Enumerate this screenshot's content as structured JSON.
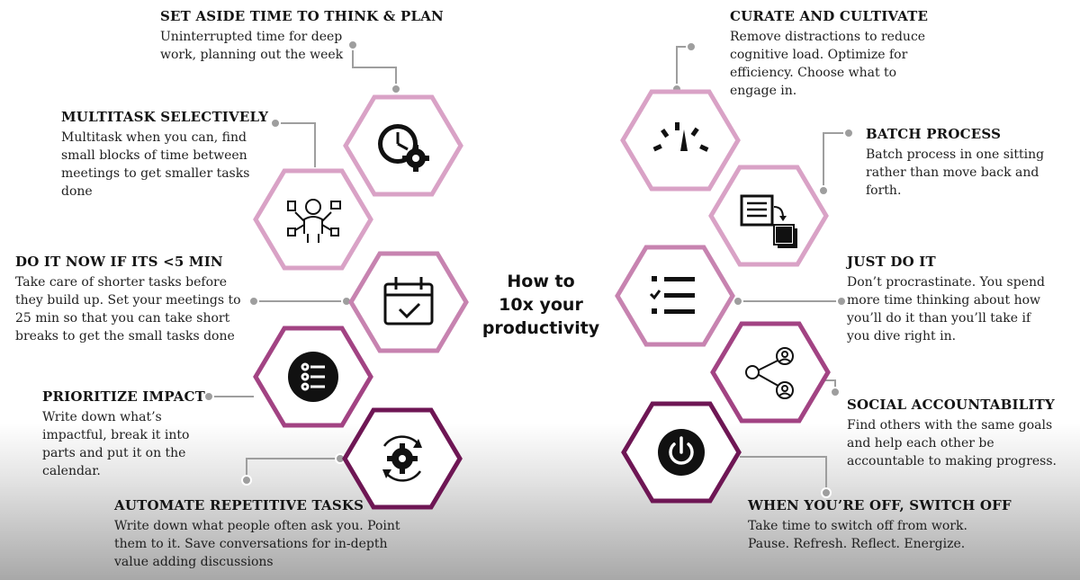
{
  "center_title": {
    "line1": "How to",
    "line2": "10x your",
    "line3": "productivity"
  },
  "items": [
    {
      "title": "SET ASIDE TIME TO THINK & PLAN",
      "body": "Uninterrupted time for deep work, planning out the week",
      "icon": "clock-gear-icon",
      "color": "#d9a2c6"
    },
    {
      "title": "MULTITASK SELECTIVELY",
      "body": "Multitask when you can, find small blocks of time between meetings to get smaller tasks done",
      "icon": "multitasking-person-icon",
      "color": "#d9a2c6"
    },
    {
      "title": "DO IT NOW IF ITS <5 MIN",
      "body": "Take care of shorter tasks before they build up. Set your meetings to 25 min so that you can take short breaks to get the small tasks done",
      "icon": "calendar-check-icon",
      "color": "#c783b0"
    },
    {
      "title": "PRIORITIZE IMPACT",
      "body": "Write down what’s impactful, break it into parts and put it on the calendar.",
      "icon": "priority-list-icon",
      "color": "#a24383"
    },
    {
      "title": "AUTOMATE REPETITIVE TASKS",
      "body": "Write down what people often ask you. Point them to it. Save conversations for in-depth value adding discussions",
      "icon": "automation-gear-icon",
      "color": "#6e1654"
    },
    {
      "title": "CURATE AND CULTIVATE",
      "body": "Remove distractions to reduce cognitive load. Optimize for efficiency. Choose what to engage in.",
      "icon": "speedometer-icon",
      "color": "#d9a2c6"
    },
    {
      "title": "BATCH PROCESS",
      "body": "Batch process in one sitting rather than move back and forth.",
      "icon": "batch-documents-icon",
      "color": "#d9a2c6"
    },
    {
      "title": "JUST DO IT",
      "body": "Don’t procrastinate. You spend more time thinking about how you’ll do it than you’ll take if you dive right in.",
      "icon": "checklist-icon",
      "color": "#c783b0"
    },
    {
      "title": "SOCIAL ACCOUNTABILITY",
      "body": "Find others with the same goals and help each other be accountable to making progress.",
      "icon": "social-network-icon",
      "color": "#a24383"
    },
    {
      "title": "WHEN YOU’RE OFF, SWITCH OFF",
      "body": "Take time to switch off from work. Pause. Refresh. Reflect. Energize.",
      "icon": "power-button-icon",
      "color": "#6e1654"
    }
  ]
}
